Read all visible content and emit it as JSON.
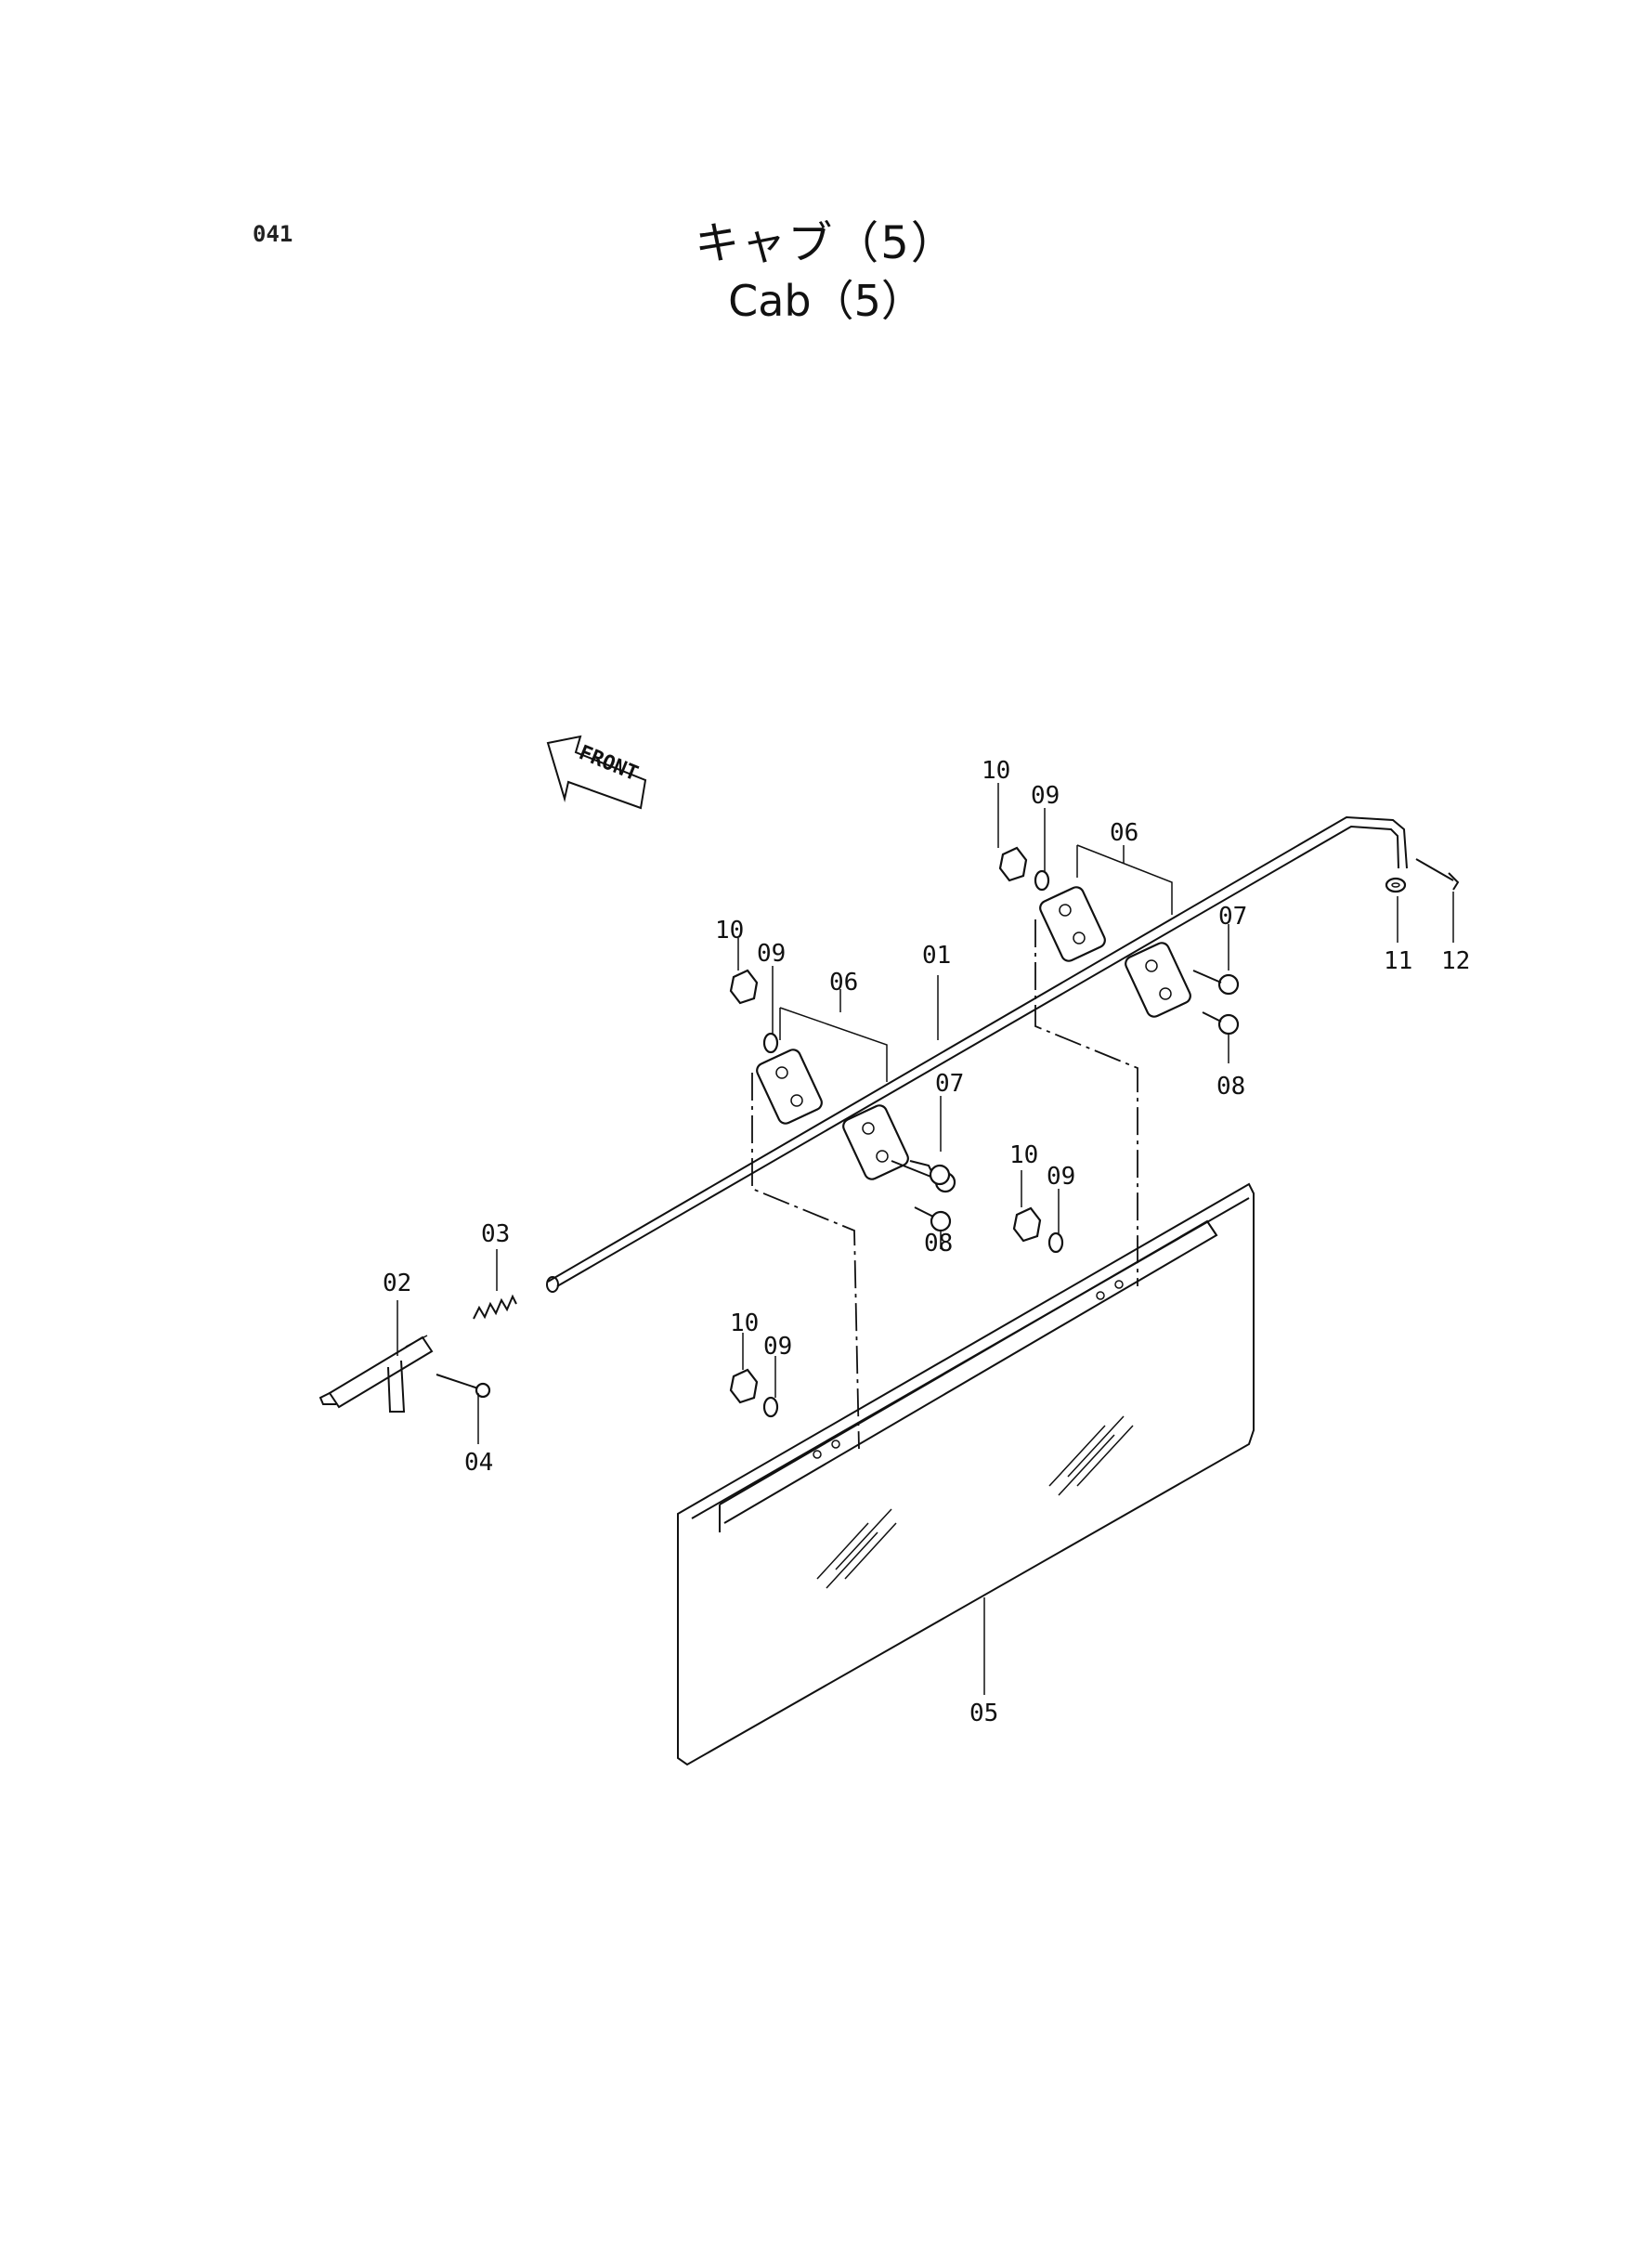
{
  "page_number": "041",
  "title_jp": "キャブ（5）",
  "title_en": "Cab（5）",
  "front_label": "FRONT",
  "callouts": {
    "c01": "01",
    "c02": "02",
    "c03": "03",
    "c04": "04",
    "c05": "05",
    "c06a": "06",
    "c06b": "06",
    "c07a": "07",
    "c07b": "07",
    "c08a": "08",
    "c08b": "08",
    "c09a": "09",
    "c09b": "09",
    "c09c": "09",
    "c09d": "09",
    "c10a": "10",
    "c10b": "10",
    "c10c": "10",
    "c10d": "10",
    "c11": "11",
    "c12": "12"
  }
}
